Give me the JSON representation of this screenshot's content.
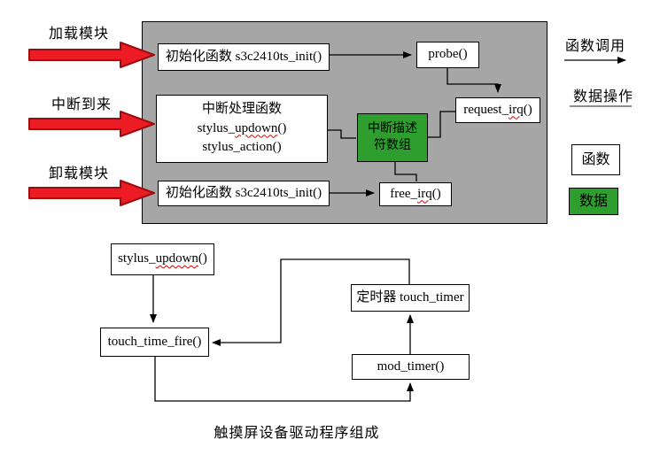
{
  "caption": "触摸屏设备驱动程序组成",
  "colors": {
    "panel_gray": "#a6a6a6",
    "data_green": "#2e9e2e",
    "arrow_red": "#ed1c24",
    "arrow_red_border": "#9e0b0f",
    "wavy_red": "#dd0000",
    "legend_line_gray": "#8f8f8f"
  },
  "side_labels": {
    "load": "加载模块",
    "interrupt": "中断到来",
    "unload": "卸载模块"
  },
  "boxes": {
    "init_top": {
      "label": "初始化函数 s3c2410ts_init()"
    },
    "interrupt_handler": {
      "line1": "中断处理函数",
      "line2_pre": "stylus_",
      "line2_wavy": "updown",
      "line2_post": "()",
      "line3": "stylus_action()"
    },
    "init_bottom": {
      "label": "初始化函数 s3c2410ts_init()"
    },
    "probe": {
      "label": "probe()"
    },
    "request_irq": {
      "pre": "request_",
      "wavy": "irq",
      "post": "()"
    },
    "free_irq": {
      "pre": "free_",
      "wavy": "irq",
      "post": "()"
    },
    "irq_descriptor": {
      "line1": "中断描述",
      "line2": "符数组"
    },
    "stylus_updown": {
      "pre": "stylus_",
      "wavy": "updown",
      "post": "()"
    },
    "touch_time_fire": {
      "label": "touch_time_fire()"
    },
    "touch_timer": {
      "label": "定时器 touch_timer"
    },
    "mod_timer": {
      "label": "mod_timer()"
    }
  },
  "legend": {
    "call_label": "函数调用",
    "data_label": "数据操作",
    "func_box_label": "函数",
    "data_box_label": "数据"
  }
}
